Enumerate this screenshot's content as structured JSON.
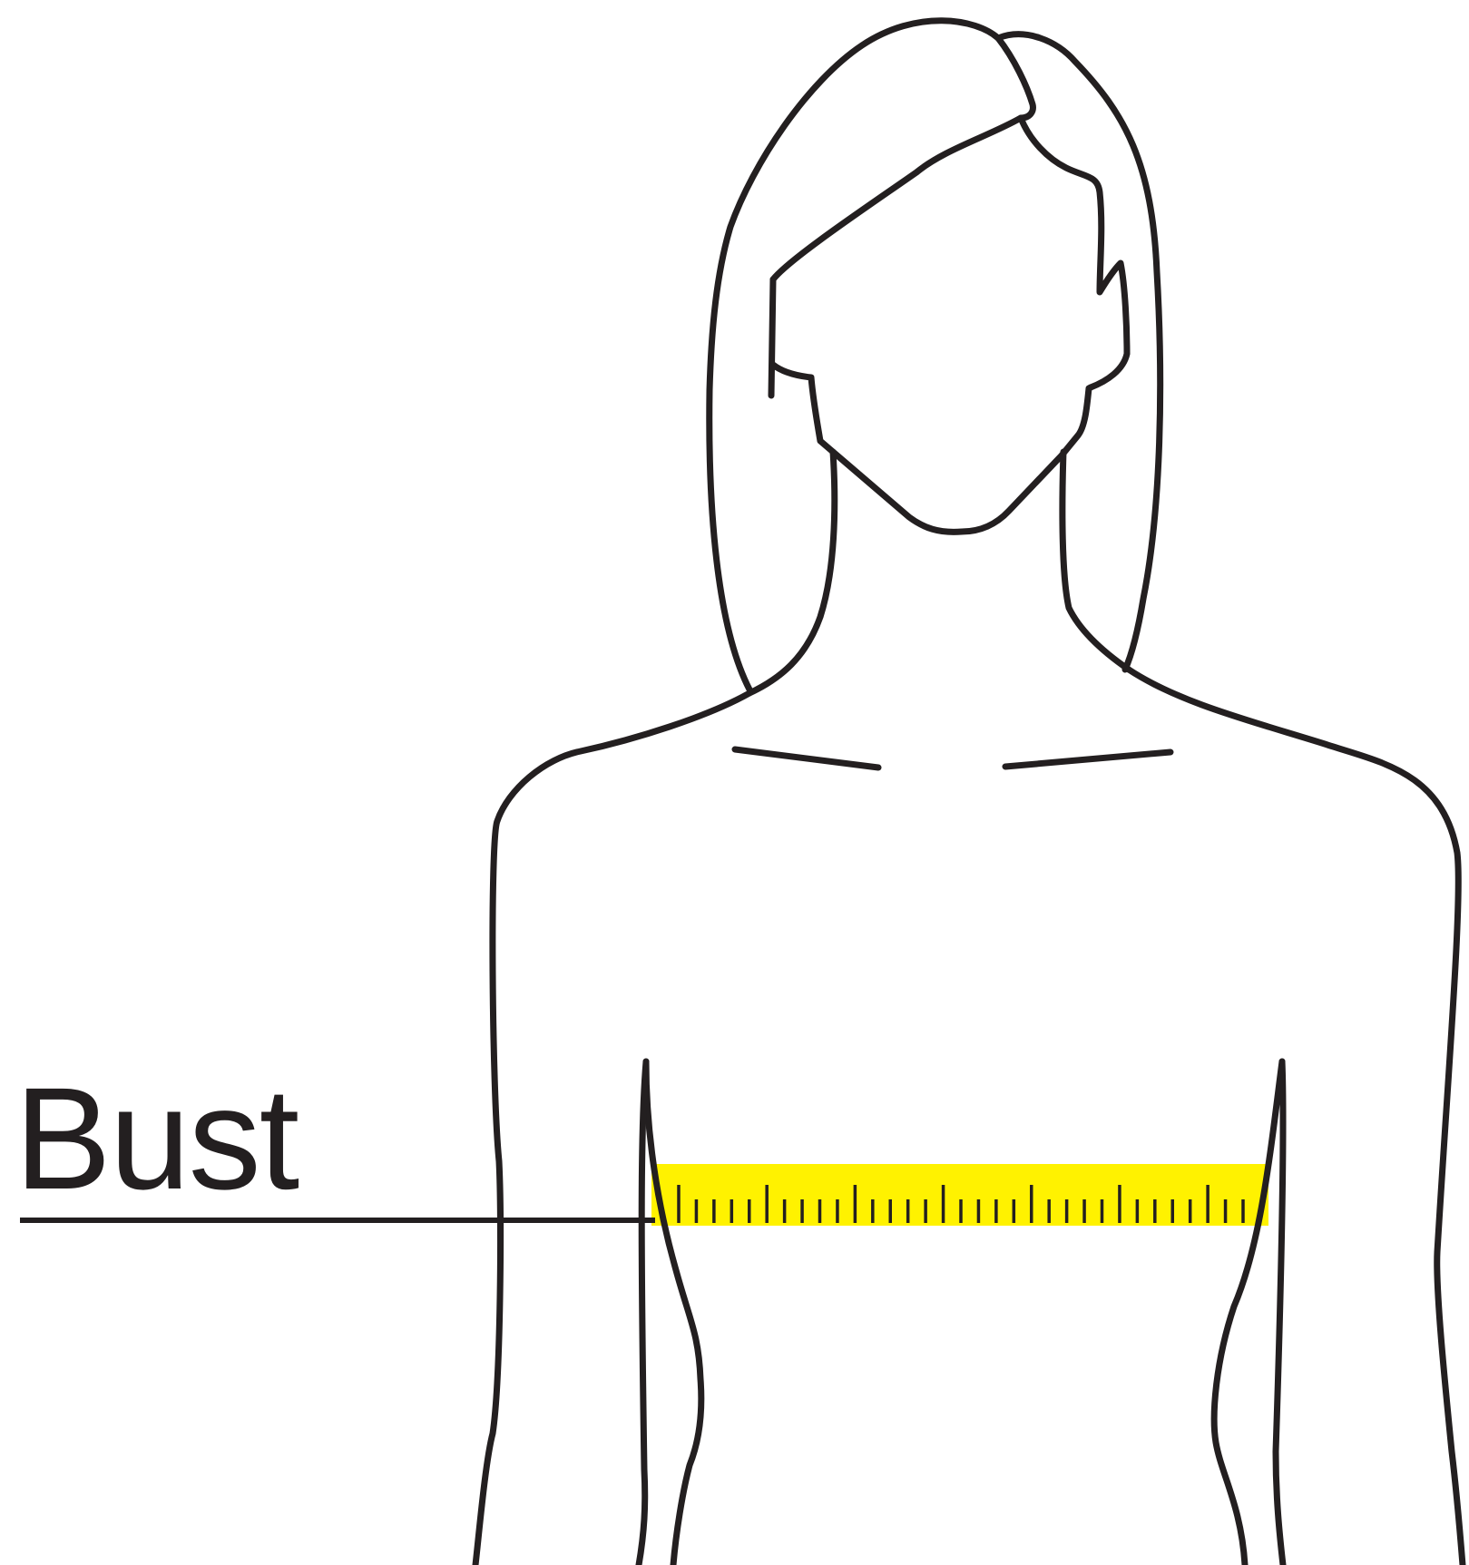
{
  "diagram": {
    "measurement_label": "Bust",
    "colors": {
      "outline": "#231f20",
      "tape": "#fff200",
      "background": "#ffffff"
    },
    "tape": {
      "tick_count": 33,
      "major_tick_every": 5
    }
  }
}
